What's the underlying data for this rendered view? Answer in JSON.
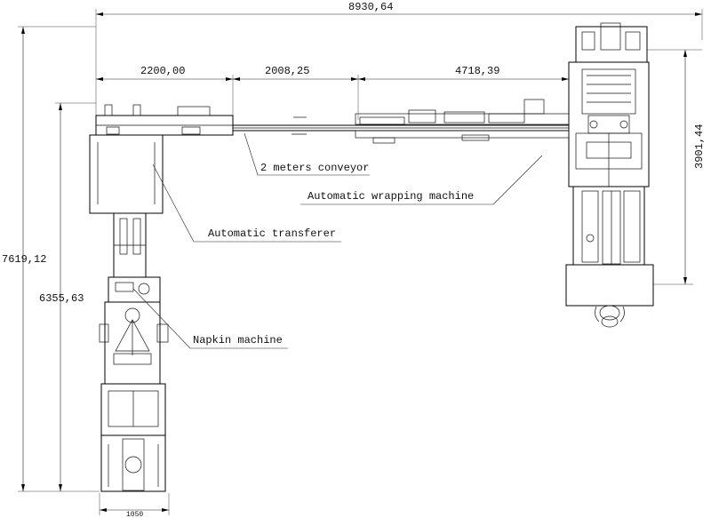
{
  "dimensions": {
    "overall_width": "8930,64",
    "seg_transferer": "2200,00",
    "seg_conveyor": "2008,25",
    "seg_wrapping": "4718,39",
    "right_height": "3901,44",
    "overall_height": "7619,12",
    "napkin_height": "6355,63",
    "napkin_width": "1050"
  },
  "callouts": {
    "conveyor": "2 meters conveyor",
    "wrapping": "Automatic wrapping machine",
    "transferer": "Automatic transferer",
    "napkin": "Napkin machine"
  }
}
